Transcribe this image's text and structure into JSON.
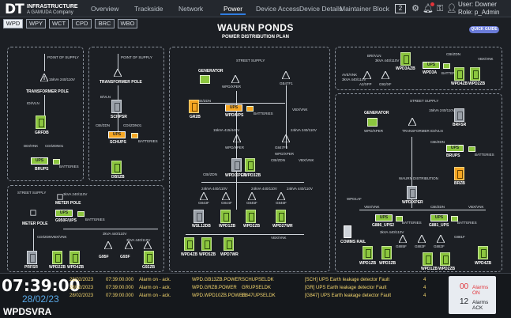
{
  "header": {
    "logo_mark": "DT",
    "logo_line1": "INFRASTRUCTURE",
    "logo_line2": "A GAMUDA Company",
    "nav": [
      "Overview",
      "Trackside",
      "Network",
      "Power",
      "Device Access",
      "Device Details",
      "Maintainer Block"
    ],
    "active_nav": "Power",
    "screen_number": "2",
    "user": "User: Downer",
    "role": "Role: p_Admin"
  },
  "subtabs": [
    "WPD",
    "WPY",
    "WCT",
    "CPD",
    "BRC",
    "WBO"
  ],
  "active_subtab": "WPD",
  "page": {
    "title": "WAURN PONDS",
    "subtitle": "POWER DISTRIBUTION PLAN",
    "quick_guide": "QUICK GUIDE"
  },
  "diagram": {
    "p1": {
      "point_of_supply": "POINT OF SUPPLY",
      "spec": "15kVA 240/110V",
      "pole": "TRANSFORMER POLE",
      "feeder1": "IDI/VLN",
      "board1": "GRFDB",
      "feeder2": "DDI/VNK",
      "feeder3": "CDI/ZDN01",
      "ups": "UPS",
      "battery": "BATTERIES",
      "board2": "BRUPS"
    },
    "p2": {
      "point_of_supply": "POINT OF SUPPLY",
      "pole": "TRANSFORMER POLE",
      "feeder1": "B/VLN",
      "board1": "SCHPSR",
      "feeder2": "CBI/ZDN",
      "feeder3": "CDI/ZDN01",
      "ups": "UPS",
      "ups_label": "SCHUPS",
      "battery": "BATTERIES",
      "board2": "DB5ZB"
    },
    "p3": {
      "generator": "GENERATOR",
      "street_supply": "STREET SUPPLY",
      "tx1": "WPD/XPER",
      "tx2": "GB47F1",
      "ups": "UPS",
      "ups_label": "WPD/UPS",
      "battery": "BATTERIES",
      "board1": "GR2B",
      "board_mid": "WPD/XPER",
      "board2": "WPD/XPER",
      "board3": "WPD3ZB",
      "feeder_ups": "CBI/ZDN",
      "spec1": "15kVA 415/440V",
      "spec2": "24kVA 240/110V",
      "tx3": "G847F2",
      "tx4": "WPD/XPER",
      "feeder_a": "VBX/VNK",
      "feeder_b": "CBI/ZDN",
      "feeder_c": "VBX/VNK",
      "row_feeders": [
        "CBI/ZDN",
        "CBI/ZDN",
        "CBI/ZDN",
        "CBI/ZDN",
        "VBX/VNK"
      ],
      "row_specs": [
        "24kVA 440/110V",
        "24kVA 440/110V",
        "24kVA 440/110V"
      ],
      "row_tx": [
        "G843F",
        "G844F",
        "G845F",
        "G846F"
      ],
      "bottom_boards": [
        "WSL12DB",
        "WPD1ZB",
        "WPD2ZB",
        "WPD27WR"
      ],
      "bottom_boards2": [
        "WPD4ZB",
        "WPD5ZB",
        "WPD7WR"
      ],
      "bus": "VBX/VNK"
    },
    "p4": {
      "street_supply": "STREET SUPPLY",
      "spec": "3kVA 240/110V",
      "pole": "METER POLE",
      "meter_pole2": "METER POLE",
      "ups": "UPS",
      "ups_label": "G950F/UPS",
      "battery": "BATTERIES",
      "feeders": [
        "CDI/ZDN",
        "VBX/VNK",
        "CDI/ZDN",
        "CDI/ZDN"
      ],
      "specs": [
        "3kVA 440/110V",
        "3kVA 440/110V"
      ],
      "tx": [
        "G95F",
        "G93F",
        "G92F"
      ],
      "boards": [
        "PRFSR",
        "WPD2ZB",
        "WPD4ZB",
        "G95F",
        "G93F",
        "G92ZB"
      ]
    },
    "p5": {
      "feeder1": "BRI/VLN",
      "spec": "3kVA 440/110V",
      "ups": "UPS",
      "ups_label": "WPD3A",
      "battery": "BATTERIES",
      "boards": [
        "WPD3AZB",
        "WPD4ZB",
        "WPD2ZB"
      ],
      "feeders": [
        "AVE/VNK",
        "CBI/ZDN",
        "VBX/VNK"
      ],
      "tx": [
        "A2/XFP",
        "G92/XF"
      ],
      "spec2": "3kVA 440/110V"
    },
    "p6": {
      "generator": "GENERATOR",
      "street_supply": "STREET SUPPLY",
      "gen_label": "WPD/XPER",
      "tx1": "TRANSFORMER",
      "spec1": "15kVA 240/110V",
      "board1": "BRFSR",
      "ups": "UPS",
      "ups_label": "BRUPS",
      "battery": "BATTERIES",
      "board2": "BRZB",
      "feeder_a": "IDI/VLN",
      "feeder_b": "CBI/ZDN",
      "main": "WAURN DISTRIBUTION",
      "wpd": "WPD/XPER",
      "ups2": "UPS",
      "ups2_label": "G886_UPS2",
      "ups3": "UPS",
      "ups3_label": "G881_UPS",
      "comms": "COMMS RAIL",
      "tx_list": [
        "WPD1AF",
        "G885F",
        "G883F",
        "G882F",
        "G881F"
      ],
      "boards": [
        "WPD1ZB",
        "WPD3ZB",
        "WPD1ZB",
        "WPD2ZB",
        "WPD4ZB"
      ],
      "spec_list": [
        "3kVA 440/110V",
        "3kVA 440/110V",
        "3kVA 440/110V"
      ],
      "feeders": [
        "VBX/VNK",
        "CBI/ZDN",
        "CBI/ZDN",
        "VBX/VNK"
      ],
      "batteries": [
        "BATTERIES",
        "BATTERIES"
      ]
    }
  },
  "footer": {
    "time": "07:39:00",
    "date": "28/02/23",
    "station": "WPDSVRA",
    "alarms": [
      {
        "date": "28/02/2023",
        "time": "07:39:00.000",
        "status": "Alarm on - ack.",
        "tag": "WPD.GB13ZB.POWER",
        "dev": "SCHUPSELDK",
        "desc": "[SCH] UPS Earth leakage detector Fault",
        "prio": "4"
      },
      {
        "date": "28/02/2023",
        "time": "07:39:00.000",
        "status": "Alarm on - ack.",
        "tag": "WPD.GRZB.POWER",
        "dev": "GRUPSELDK",
        "desc": "[GR] UPS Earth leakage detector Fault",
        "prio": "4"
      },
      {
        "date": "28/02/2023",
        "time": "07:39:00.000",
        "status": "Alarm on - ack.",
        "tag": "WPD.WPD10ZB.POWER",
        "dev": "G847UPSELDK",
        "desc": "[G847] UPS Earth leakage detector Fault",
        "prio": "4"
      }
    ],
    "alarms_on_count": "00",
    "alarms_on_label": "Alarms ON",
    "alarms_ack_count": "12",
    "alarms_ack_label": "Alarms ACK"
  },
  "colors": {
    "ok": "#8cc63f",
    "warn": "#f5a623",
    "alarm_red": "#e2343a",
    "date_blue": "#5aa9e6"
  }
}
